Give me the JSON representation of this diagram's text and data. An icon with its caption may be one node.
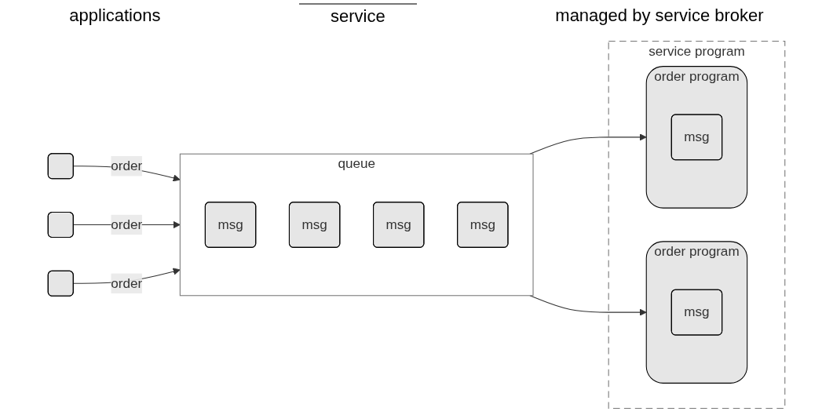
{
  "diagram": {
    "nodes": [
      {
        "text": [],
        "shape": "box"
      },
      {
        "text": [],
        "shape": "box"
      },
      {
        "text": [],
        "shape": "box"
      },
      {
        "text": [
          "queue"
        ]
      },
      {
        "text": [
          "msg"
        ],
        "in": 3
      },
      {
        "text": [
          "msg"
        ],
        "in": 3
      },
      {
        "text": [
          "msg"
        ],
        "in": 3
      },
      {
        "text": [
          "msg"
        ],
        "in": 3
      },
      {
        "text": [
          "service program"
        ]
      },
      {
        "text": [
          "order program"
        ],
        "in": 8
      },
      {
        "text": [
          "msg"
        ],
        "in": 9
      },
      {
        "text": [
          "order program"
        ],
        "in": 8
      },
      {
        "text": [
          "msg"
        ],
        "in": 11
      }
    ],
    "edges": [
      {
        "from": 0,
        "to": 3,
        "arrow": "to",
        "label": "order"
      },
      {
        "from": 1,
        "to": 3,
        "arrow": "to",
        "label": "order"
      },
      {
        "from": 2,
        "to": 3,
        "arrow": "to",
        "label": "order"
      },
      {
        "from": 3,
        "to": 9,
        "arrow": "to"
      },
      {
        "from": 3,
        "to": 11,
        "arrow": "to"
      }
    ],
    "labels": [
      "applications",
      "service",
      "managed by service broker"
    ]
  }
}
